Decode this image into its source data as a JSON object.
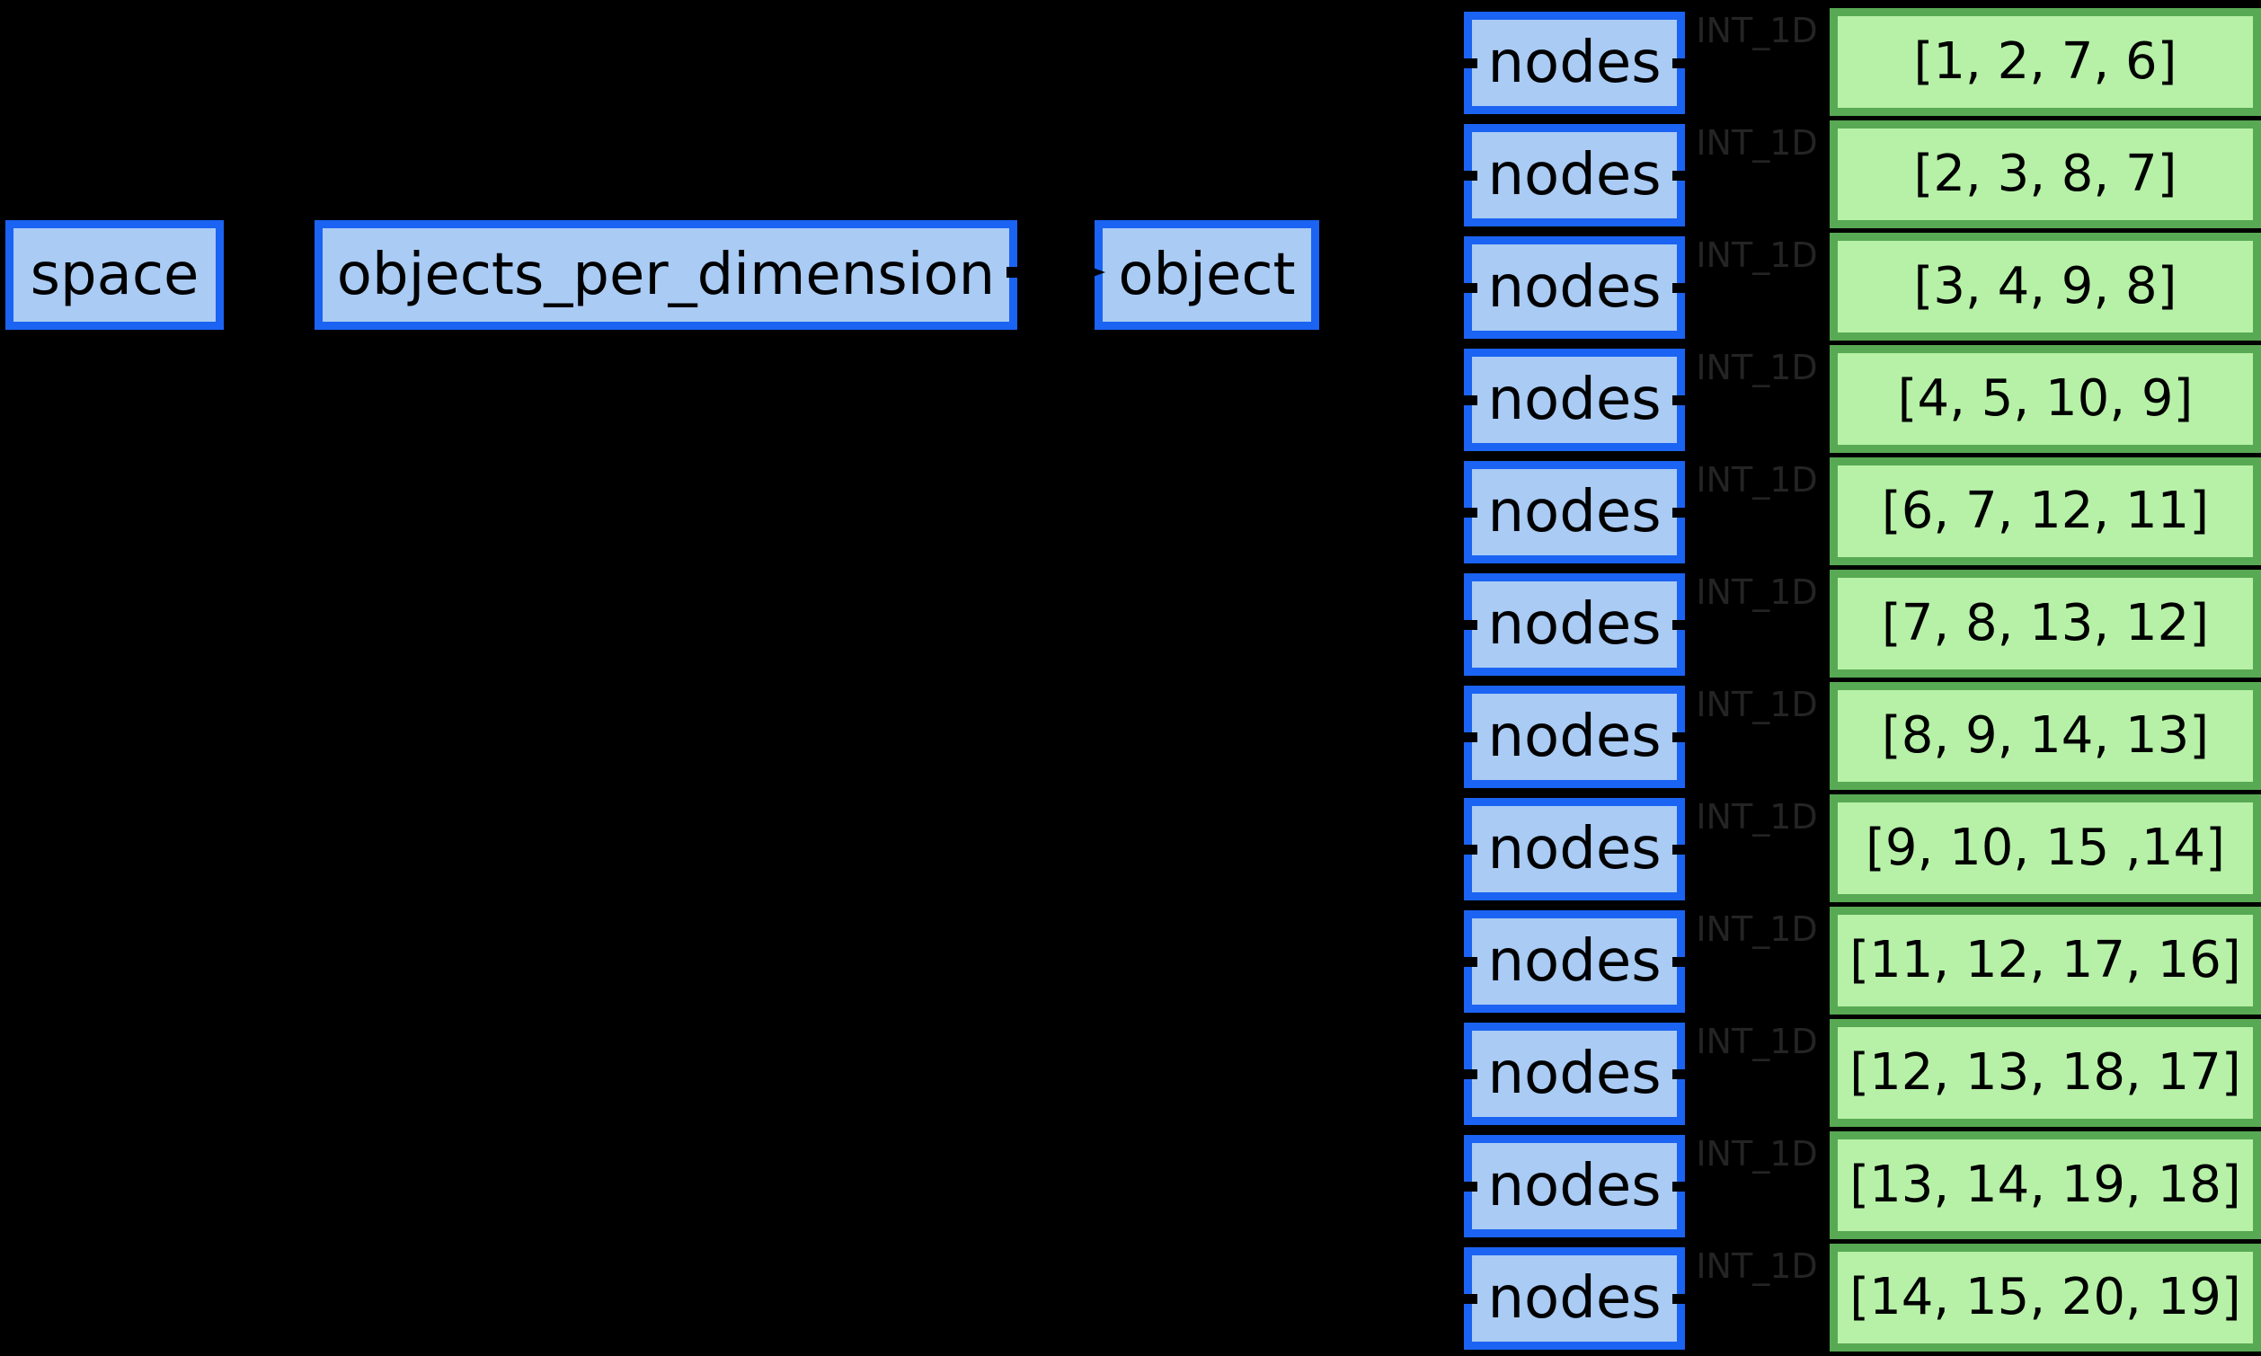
{
  "colors": {
    "background": "#000000",
    "node_border": "#1b63f2",
    "node_fill": "#a9cbf4",
    "value_border": "#58a953",
    "value_fill": "#b6f1a7",
    "text": "#000000",
    "edge_label_text": "#242424",
    "edge_stroke": "#000000"
  },
  "diagram": {
    "chain": [
      {
        "label": "space"
      },
      {
        "label": "objects_per_dimension"
      },
      {
        "label": "object"
      }
    ],
    "rows": [
      {
        "node_label": "nodes",
        "edge_label": "INT_1D",
        "value": "[1, 2, 7, 6]"
      },
      {
        "node_label": "nodes",
        "edge_label": "INT_1D",
        "value": "[2, 3, 8, 7]"
      },
      {
        "node_label": "nodes",
        "edge_label": "INT_1D",
        "value": "[3, 4, 9, 8]"
      },
      {
        "node_label": "nodes",
        "edge_label": "INT_1D",
        "value": "[4, 5, 10, 9]"
      },
      {
        "node_label": "nodes",
        "edge_label": "INT_1D",
        "value": "[6, 7, 12, 11]"
      },
      {
        "node_label": "nodes",
        "edge_label": "INT_1D",
        "value": "[7, 8, 13, 12]"
      },
      {
        "node_label": "nodes",
        "edge_label": "INT_1D",
        "value": "[8, 9, 14, 13]"
      },
      {
        "node_label": "nodes",
        "edge_label": "INT_1D",
        "value": "[9, 10, 15 ,14]"
      },
      {
        "node_label": "nodes",
        "edge_label": "INT_1D",
        "value": "[11, 12, 17, 16]"
      },
      {
        "node_label": "nodes",
        "edge_label": "INT_1D",
        "value": "[12, 13, 18, 17]"
      },
      {
        "node_label": "nodes",
        "edge_label": "INT_1D",
        "value": "[13, 14, 19, 18]"
      },
      {
        "node_label": "nodes",
        "edge_label": "INT_1D",
        "value": "[14, 15, 20, 19]"
      }
    ]
  }
}
